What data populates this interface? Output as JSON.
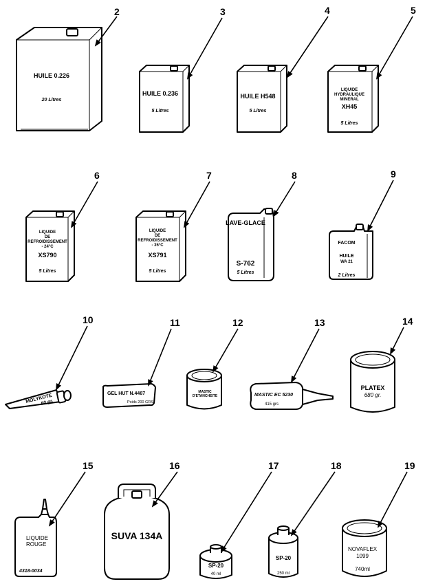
{
  "colors": {
    "ink": "#000000",
    "paper": "#ffffff"
  },
  "items": [
    {
      "num": "2",
      "lines": [
        "HUILE 0.226",
        "20 Litres"
      ]
    },
    {
      "num": "3",
      "lines": [
        "HUILE 0.236",
        "5 Litres"
      ]
    },
    {
      "num": "4",
      "lines": [
        "HUILE H548",
        "5 Litres"
      ]
    },
    {
      "num": "5",
      "lines": [
        "LIQUIDE",
        "HYDRAULIQUE",
        "MINERAL",
        "XH45",
        "5 Litres"
      ]
    },
    {
      "num": "6",
      "lines": [
        "LIQUIDE",
        "DE",
        "REFROIDISSEMENT",
        "- 24°C",
        "XS790",
        "5 Litres"
      ]
    },
    {
      "num": "7",
      "lines": [
        "LIQUIDE",
        "DE",
        "REFROIDISSEMENT",
        "- 35°C",
        "XS791",
        "5 Litres"
      ]
    },
    {
      "num": "8",
      "lines": [
        "LAVE-GLACE",
        "S-762",
        "5 Litres"
      ]
    },
    {
      "num": "9",
      "lines": [
        "FACOM",
        "HUILE",
        "WA 21",
        "2 Litres"
      ]
    },
    {
      "num": "10",
      "lines": [
        "MOLYKOTE",
        "50 gr."
      ]
    },
    {
      "num": "11",
      "lines": [
        "GEL HUT N.4487",
        "Poids 200 GRS"
      ]
    },
    {
      "num": "12",
      "lines": [
        "MASTIC",
        "D'ETANCHEITE"
      ]
    },
    {
      "num": "13",
      "lines": [
        "MASTIC EC 5230",
        "415 grs"
      ]
    },
    {
      "num": "14",
      "lines": [
        "PLATEX",
        "680 gr."
      ]
    },
    {
      "num": "15",
      "lines": [
        "LIQUIDE",
        "ROUGE",
        "4318-0034"
      ]
    },
    {
      "num": "16",
      "lines": [
        "SUVA 134A"
      ]
    },
    {
      "num": "17",
      "lines": [
        "SP-20",
        "40 ml"
      ]
    },
    {
      "num": "18",
      "lines": [
        "SP-20",
        "250 ml"
      ]
    },
    {
      "num": "19",
      "lines": [
        "NOVAFLEX",
        "1099",
        "740ml"
      ]
    }
  ]
}
